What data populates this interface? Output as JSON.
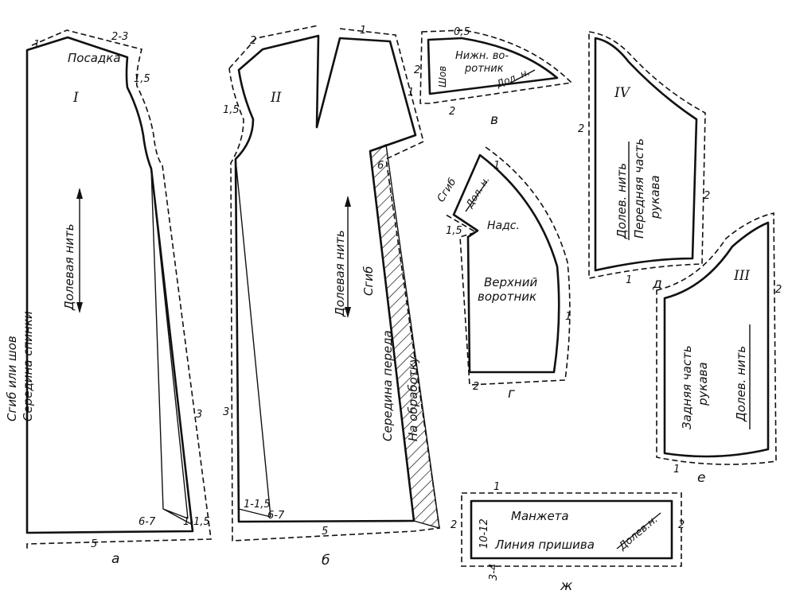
{
  "labels": {
    "posadka": "Посадка",
    "fold_or_seam": "Сгиб или шов",
    "center_back": "Середина спинки",
    "grain_back": "Долевая нить",
    "grain_front": "Долевая нить",
    "fold_front": "Сгиб",
    "center_front": "Середина переда",
    "facing": "На обработку",
    "lower_collar_1": "Нижн. во-",
    "lower_collar_2": "ротник",
    "seam": "Шов",
    "grain_short": "Дол. н.",
    "fold_collar": "Сгиб",
    "grain_short_upper": "Дол. н.",
    "notch": "Надс.",
    "upper_collar_1": "Верхний",
    "upper_collar_2": "воротник",
    "sleeve_front_grain": "Долев. нить",
    "sleeve_front_1": "Передняя часть",
    "sleeve_front_2": "рукава",
    "sleeve_back_1": "Задняя часть",
    "sleeve_back_2": "рукава",
    "sleeve_back_grain": "Долев. нить",
    "cuff": "Манжета",
    "attach_line": "Линия пришива",
    "cuff_grain": "Долев.н."
  },
  "romans": {
    "back": "I",
    "front": "II",
    "sleeve_back": "III",
    "sleeve_front": "IV"
  },
  "letters": {
    "a": "а",
    "b": "б",
    "v": "в",
    "g": "г",
    "d": "д",
    "e": "е",
    "zh": "ж"
  },
  "allowances": {
    "back_shoulder_neck": "1",
    "back_shoulder_end": "2-3",
    "back_arm": "1,5",
    "back_side": "3",
    "back_hem": "5",
    "back_dart": "6-7",
    "back_dart_side": "1-1,5",
    "front_neck": "2",
    "front_shoulder": "1",
    "front_arm": "1,5",
    "front_side_top": "1",
    "front_side": "3",
    "front_hem": "5",
    "front_dart_a": "1-1,5",
    "front_dart_b": "6-7",
    "front_facing": "6",
    "lower_collar_top": "0,5",
    "lower_collar_left": "2",
    "lower_collar_bottom": "2",
    "upper_collar_top": "1",
    "upper_collar_left": "1,5",
    "upper_collar_right": "1",
    "upper_collar_bottom": "2",
    "sleeve_front_left": "2",
    "sleeve_front_right": "2",
    "sleeve_front_bottom": "1",
    "sleeve_back_right": "2",
    "sleeve_back_bottom": "1",
    "cuff_top": "1",
    "cuff_left": "2",
    "cuff_right": "2",
    "cuff_width": "10-12",
    "cuff_bottom": "3-4"
  }
}
